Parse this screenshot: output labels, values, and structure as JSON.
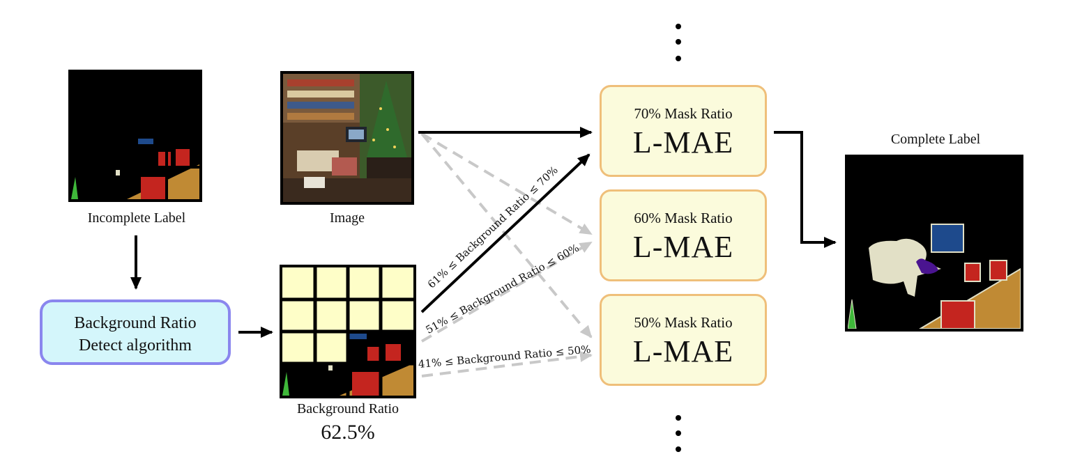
{
  "captions": {
    "incomplete_label": "Incomplete Label",
    "image": "Image",
    "background_ratio": "Background Ratio",
    "background_ratio_value": "62.5%",
    "complete_label": "Complete Label"
  },
  "algorithm": {
    "line1": "Background Ratio",
    "line2": "Detect algorithm"
  },
  "mae_boxes": [
    {
      "ratio": "70% Mask Ratio",
      "name": "L-MAE"
    },
    {
      "ratio": "60% Mask Ratio",
      "name": "L-MAE"
    },
    {
      "ratio": "50% Mask Ratio",
      "name": "L-MAE"
    }
  ],
  "conditions": [
    "61% ≤ Background Ratio ≤ 70%",
    "51% ≤ Background Ratio ≤ 60%",
    "41% ≤ Background Ratio ≤ 50%"
  ],
  "colors": {
    "mask_tile": "#fefec8",
    "mae_fill": "#fbfbdc",
    "mae_border": "#efbf7a",
    "algo_fill": "#d4f6fb",
    "algo_border": "#8a86ee",
    "dashed_arrow": "#c8c8c8",
    "table": "#c08a34",
    "chair": "#c4251f",
    "sofa": "#e2e0c6",
    "monitor": "#1e4a8c",
    "plant": "#3fb83a",
    "cat": "#4a1490"
  }
}
